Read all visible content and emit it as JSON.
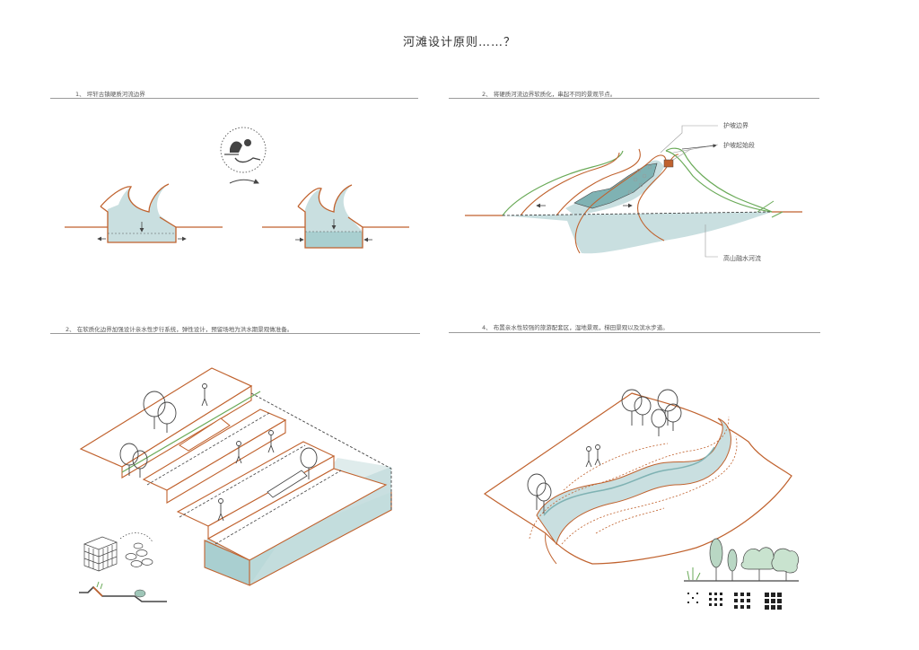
{
  "title": "河滩设计原则……？",
  "panels": [
    {
      "caption": "1、 坪轩古镇硬质河流边界"
    },
    {
      "caption": "2、 将硬质河流边界软质化，串起不同的景观节点。",
      "labels": [
        "护坡边界",
        "护坡起始段",
        "高山融水河流"
      ]
    },
    {
      "caption": "2、 在软质化边界加强设计亲水性步行系统，弹性设计，预留场地为洪水期景观做准备。"
    },
    {
      "caption": "4、 布置亲水性较强的旅游配套区，湿地景观，梯田景观以及滨水步道。"
    }
  ],
  "colors": {
    "edge": "#c0622e",
    "water": "#c9dfe0",
    "water_dark": "#8fbfc0",
    "green": "#6aaa58",
    "ink": "#444444"
  },
  "icons": [
    "swimmer-icon",
    "arrow-icon",
    "tree-icon",
    "person-icon",
    "gabion-icon",
    "stone-icon"
  ]
}
